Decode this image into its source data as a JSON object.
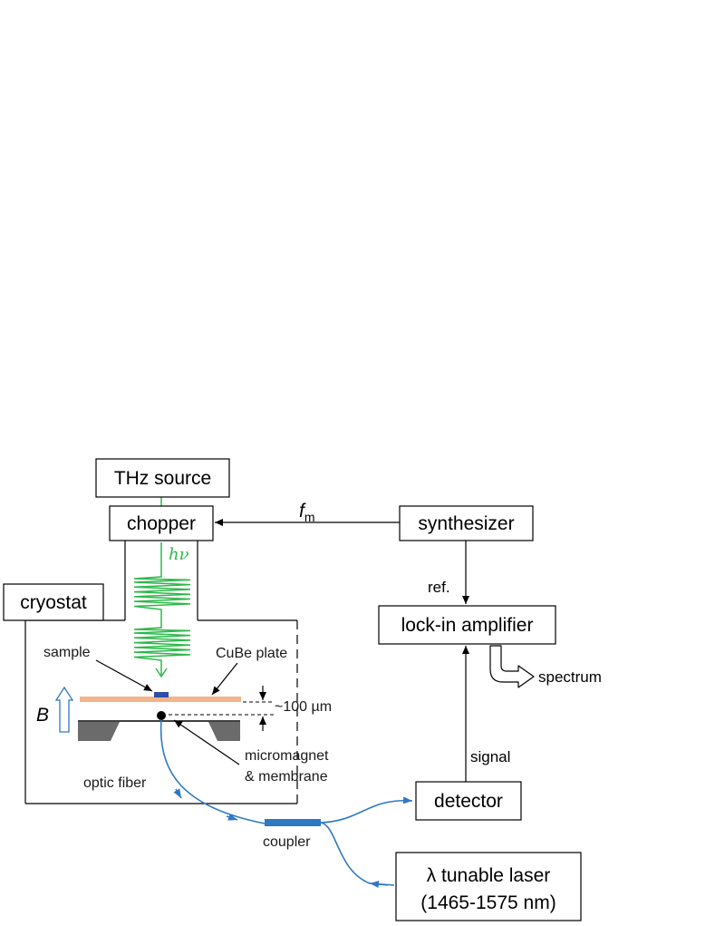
{
  "labels": {
    "thz_source": "THz source",
    "chopper": "chopper",
    "synthesizer": "synthesizer",
    "cryostat": "cryostat",
    "lock_in": "lock-in amplifier",
    "detector": "detector",
    "laser_line1": "λ tunable laser",
    "laser_line2": "(1465-1575 nm)",
    "fm_f": "f",
    "fm_sub": "m",
    "h_nu": "hν",
    "ref": "ref.",
    "signal": "signal",
    "spectrum": "spectrum",
    "sample": "sample",
    "cube_plate": "CuBe plate",
    "gap": "~100 µm",
    "b_field": "B",
    "micromagnet_line1": "micromagnet",
    "micromagnet_line2": "& membrane",
    "optic_fiber": "optic fiber",
    "coupler": "coupler"
  },
  "colors": {
    "thz_wave": "#2db84a",
    "fiber": "#2f78c4",
    "cube_plate": "#f2b48a",
    "sample": "#2d4fa8",
    "membrane_support": "#6b6b6b"
  }
}
